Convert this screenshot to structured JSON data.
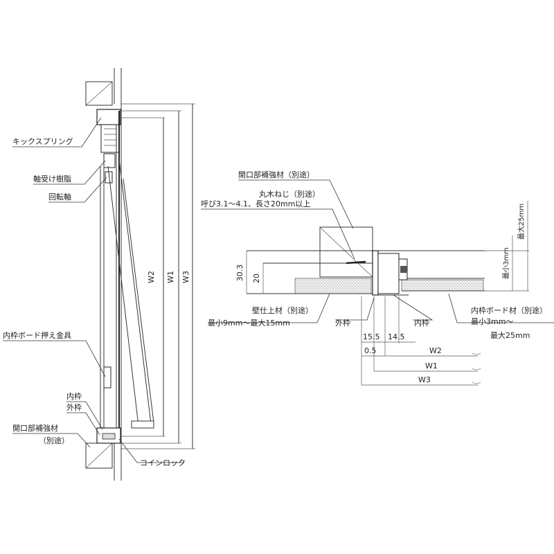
{
  "left_labels": {
    "kick_spring": "キックスプリング",
    "bearing_resin": "軸受け樹脂",
    "pivot": "回転軸",
    "board_retainer": "内枠ボード押え金具",
    "inner_frame": "内枠",
    "outer_frame": "外枠",
    "opening_reinforce": "開口部補強材",
    "separate_note": "（別途）",
    "coin_lock": "コインロック",
    "w2": "W2",
    "w1": "W1",
    "w3": "W3"
  },
  "right_labels": {
    "opening_reinforce": "開口部補強材（別途）",
    "wood_screw": "丸木ねじ（別途）",
    "screw_spec": "呼び3.1～4.1、長さ20mm以上",
    "dim_303": "30.3",
    "dim_20": "20",
    "wall_finish": "壁仕上材（別途）",
    "wall_range": "最小9mm～最大15mm",
    "outer_frame": "外枠",
    "inner_frame": "内枠",
    "inner_board": "内枠ボード材（別途）",
    "board_min": "最小3mm～",
    "board_max": "最大25mm",
    "dim_min3": "最小3mm",
    "dim_max25": "最大25mm",
    "dim_155": "15.5",
    "dim_145": "14.5",
    "dim_05": "0.5",
    "w2": "W2",
    "w1": "W1",
    "w3": "W3"
  }
}
